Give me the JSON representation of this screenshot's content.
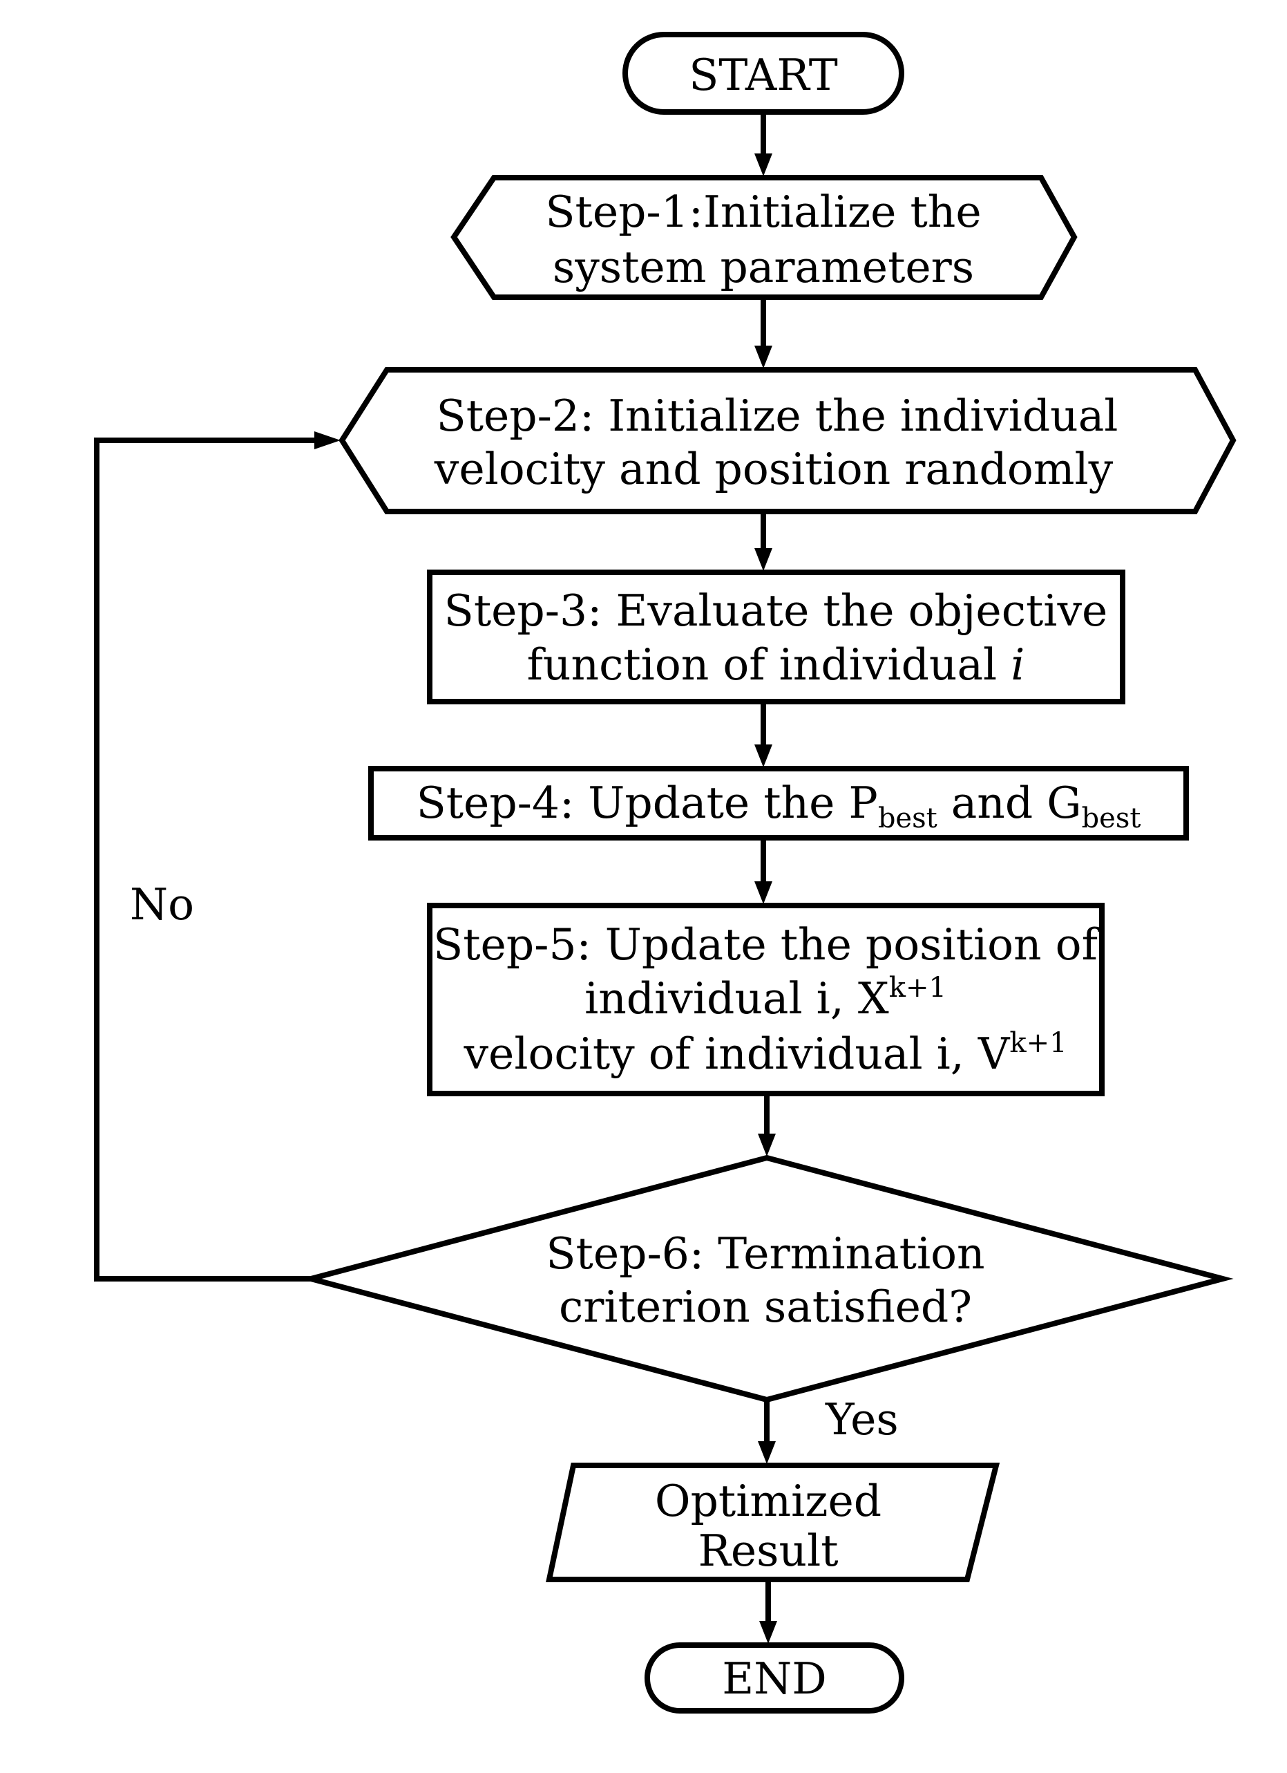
{
  "diagram": {
    "start": "START",
    "step1": {
      "line1": "Step-1:Initialize the",
      "line2": "system parameters"
    },
    "step2": {
      "line1": "Step-2: Initialize the individual",
      "line2": "velocity and position randomly"
    },
    "step3": {
      "line1": "Step-3: Evaluate the objective",
      "line2_text": "function of individual ",
      "line2_var": "i"
    },
    "step4": {
      "prefix": "Step-4: Update the ",
      "pbest_main": "P",
      "pbest_sub": "best",
      "middle": " and ",
      "gbest_main": "G",
      "gbest_sub": "best"
    },
    "step5": {
      "line1": "Step-5: Update the position of",
      "line2_text": "individual i, ",
      "line2_main": "X",
      "line2_sup": "k+1",
      "line3_text": "velocity of individual i, ",
      "line3_main": "V",
      "line3_sup": "k+1"
    },
    "step6": {
      "line1": "Step-6: Termination",
      "line2": "criterion satisfied?"
    },
    "no_label": "No",
    "yes_label": "Yes",
    "result": {
      "line1": "Optimized",
      "line2": "Result"
    },
    "end": "END"
  }
}
